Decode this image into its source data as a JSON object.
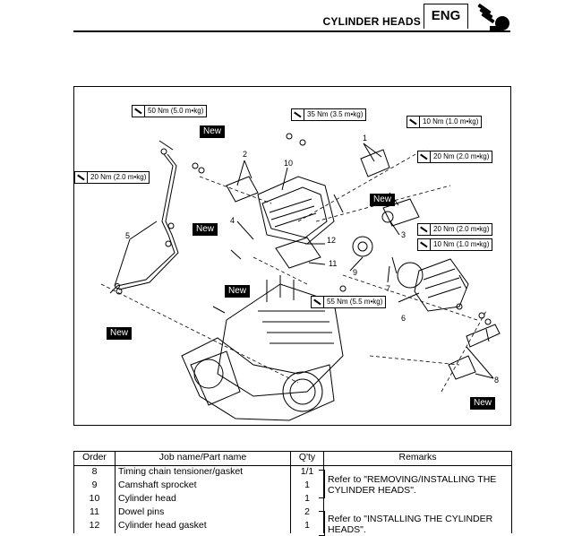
{
  "header": {
    "section_title": "CYLINDER HEADS",
    "badge": "ENG",
    "icon": "engine-icon"
  },
  "figure": {
    "torque_specs": [
      "50 Nm (5.0 m•kg)",
      "35 Nm (3.5 m•kg)",
      "10 Nm (1.0 m•kg)",
      "20 Nm (2.0 m•kg)",
      "20 Nm (2.0 m•kg)",
      "20 Nm (2.0 m•kg)",
      "10 Nm (1.0 m•kg)",
      "55 Nm (5.5 m•kg)"
    ],
    "new_tag": "New",
    "callouts": [
      "1",
      "2",
      "3",
      "4",
      "5",
      "6",
      "7",
      "8",
      "9",
      "10",
      "11",
      "12"
    ]
  },
  "parts_table": {
    "headers": {
      "order": "Order",
      "job": "Job name/Part name",
      "qty": "Q'ty",
      "remarks": "Remarks"
    },
    "rows": [
      {
        "order": "8",
        "job": "Timing chain tensioner/gasket",
        "qty": "1/1"
      },
      {
        "order": "9",
        "job": "Camshaft sprocket",
        "qty": "1"
      },
      {
        "order": "10",
        "job": "Cylinder head",
        "qty": "1"
      },
      {
        "order": "11",
        "job": "Dowel pins",
        "qty": "2"
      },
      {
        "order": "12",
        "job": "Cylinder head gasket",
        "qty": "1"
      }
    ],
    "remarks": [
      "Refer to \"REMOVING/INSTALLING THE CYLINDER HEADS\".",
      "Refer to \"INSTALLING THE CYLINDER HEADS\"."
    ]
  }
}
